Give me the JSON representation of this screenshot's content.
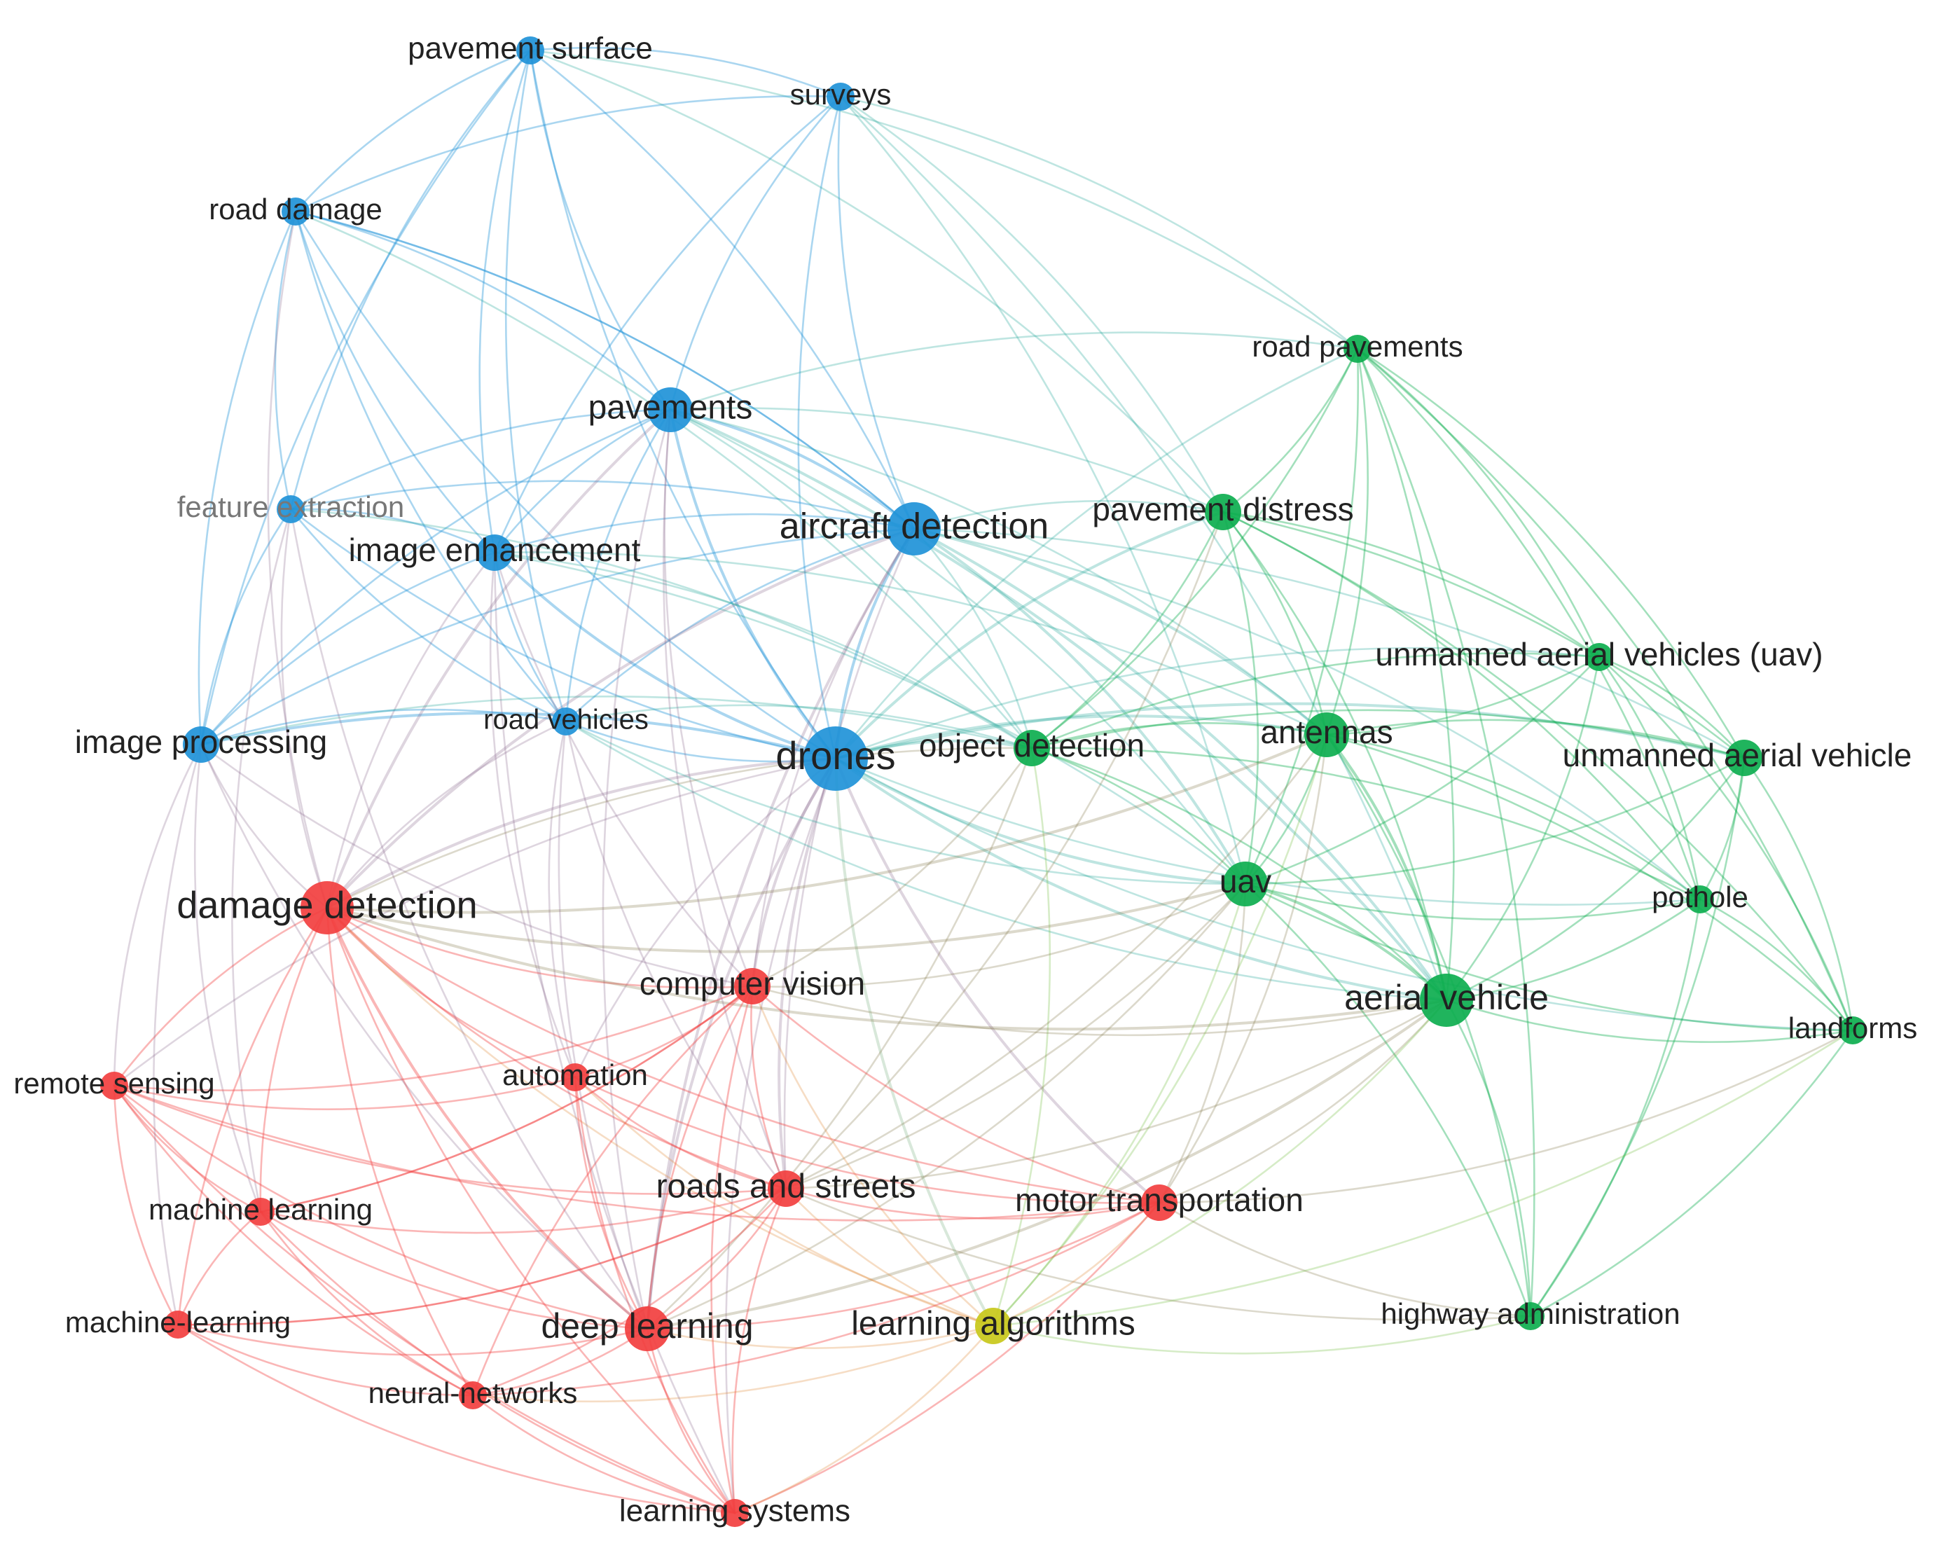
{
  "clusters": {
    "blue": "#1f93d8",
    "green": "#0dae4f",
    "red": "#f23f3f",
    "yellow": "#c8c81a"
  },
  "nodes": [
    {
      "id": "pavement_surface",
      "label": "pavement surface",
      "cluster": "blue",
      "weight": 2
    },
    {
      "id": "surveys",
      "label": "surveys",
      "cluster": "blue",
      "weight": 2
    },
    {
      "id": "road_damage",
      "label": "road damage",
      "cluster": "blue",
      "weight": 2
    },
    {
      "id": "pavements",
      "label": "pavements",
      "cluster": "blue",
      "weight": 4
    },
    {
      "id": "feature_extraction",
      "label": "feature extraction",
      "cluster": "blue",
      "weight": 2,
      "muted": true
    },
    {
      "id": "image_enhancement",
      "label": "image enhancement",
      "cluster": "blue",
      "weight": 3
    },
    {
      "id": "aircraft_detection",
      "label": "aircraft detection",
      "cluster": "blue",
      "weight": 5
    },
    {
      "id": "image_processing",
      "label": "image processing",
      "cluster": "blue",
      "weight": 3
    },
    {
      "id": "road_vehicles",
      "label": "road vehicles",
      "cluster": "blue",
      "weight": 2
    },
    {
      "id": "drones",
      "label": "drones",
      "cluster": "blue",
      "weight": 6
    },
    {
      "id": "road_pavements",
      "label": "road pavements",
      "cluster": "green",
      "weight": 2
    },
    {
      "id": "pavement_distress",
      "label": "pavement distress",
      "cluster": "green",
      "weight": 3
    },
    {
      "id": "uav_paren",
      "label": "unmanned aerial vehicles (uav)",
      "cluster": "green",
      "weight": 2
    },
    {
      "id": "object_detection",
      "label": "object detection",
      "cluster": "green",
      "weight": 3
    },
    {
      "id": "antennas",
      "label": "antennas",
      "cluster": "green",
      "weight": 4
    },
    {
      "id": "unmanned_aerial_vehicle",
      "label": "unmanned aerial vehicle",
      "cluster": "green",
      "weight": 3
    },
    {
      "id": "uav",
      "label": "uav",
      "cluster": "green",
      "weight": 4
    },
    {
      "id": "pothole",
      "label": "pothole",
      "cluster": "green",
      "weight": 2
    },
    {
      "id": "aerial_vehicle",
      "label": "aerial vehicle",
      "cluster": "green",
      "weight": 5
    },
    {
      "id": "landforms",
      "label": "landforms",
      "cluster": "green",
      "weight": 2
    },
    {
      "id": "highway_administration",
      "label": "highway administration",
      "cluster": "green",
      "weight": 2
    },
    {
      "id": "damage_detection",
      "label": "damage detection",
      "cluster": "red",
      "weight": 5
    },
    {
      "id": "computer_vision",
      "label": "computer vision",
      "cluster": "red",
      "weight": 3
    },
    {
      "id": "remote_sensing",
      "label": "remote sensing",
      "cluster": "red",
      "weight": 2
    },
    {
      "id": "automation",
      "label": "automation",
      "cluster": "red",
      "weight": 2
    },
    {
      "id": "machine_learning",
      "label": "machine learning",
      "cluster": "red",
      "weight": 2
    },
    {
      "id": "roads_and_streets",
      "label": "roads and streets",
      "cluster": "red",
      "weight": 3
    },
    {
      "id": "motor_transportation",
      "label": "motor transportation",
      "cluster": "red",
      "weight": 3
    },
    {
      "id": "machine_learning_h",
      "label": "machine-learning",
      "cluster": "red",
      "weight": 2
    },
    {
      "id": "deep_learning",
      "label": "deep learning",
      "cluster": "red",
      "weight": 4
    },
    {
      "id": "learning_algorithms",
      "label": "learning algorithms",
      "cluster": "yellow",
      "weight": 3
    },
    {
      "id": "neural_networks",
      "label": "neural-networks",
      "cluster": "red",
      "weight": 2
    },
    {
      "id": "learning_systems",
      "label": "learning systems",
      "cluster": "red",
      "weight": 2
    }
  ]
}
